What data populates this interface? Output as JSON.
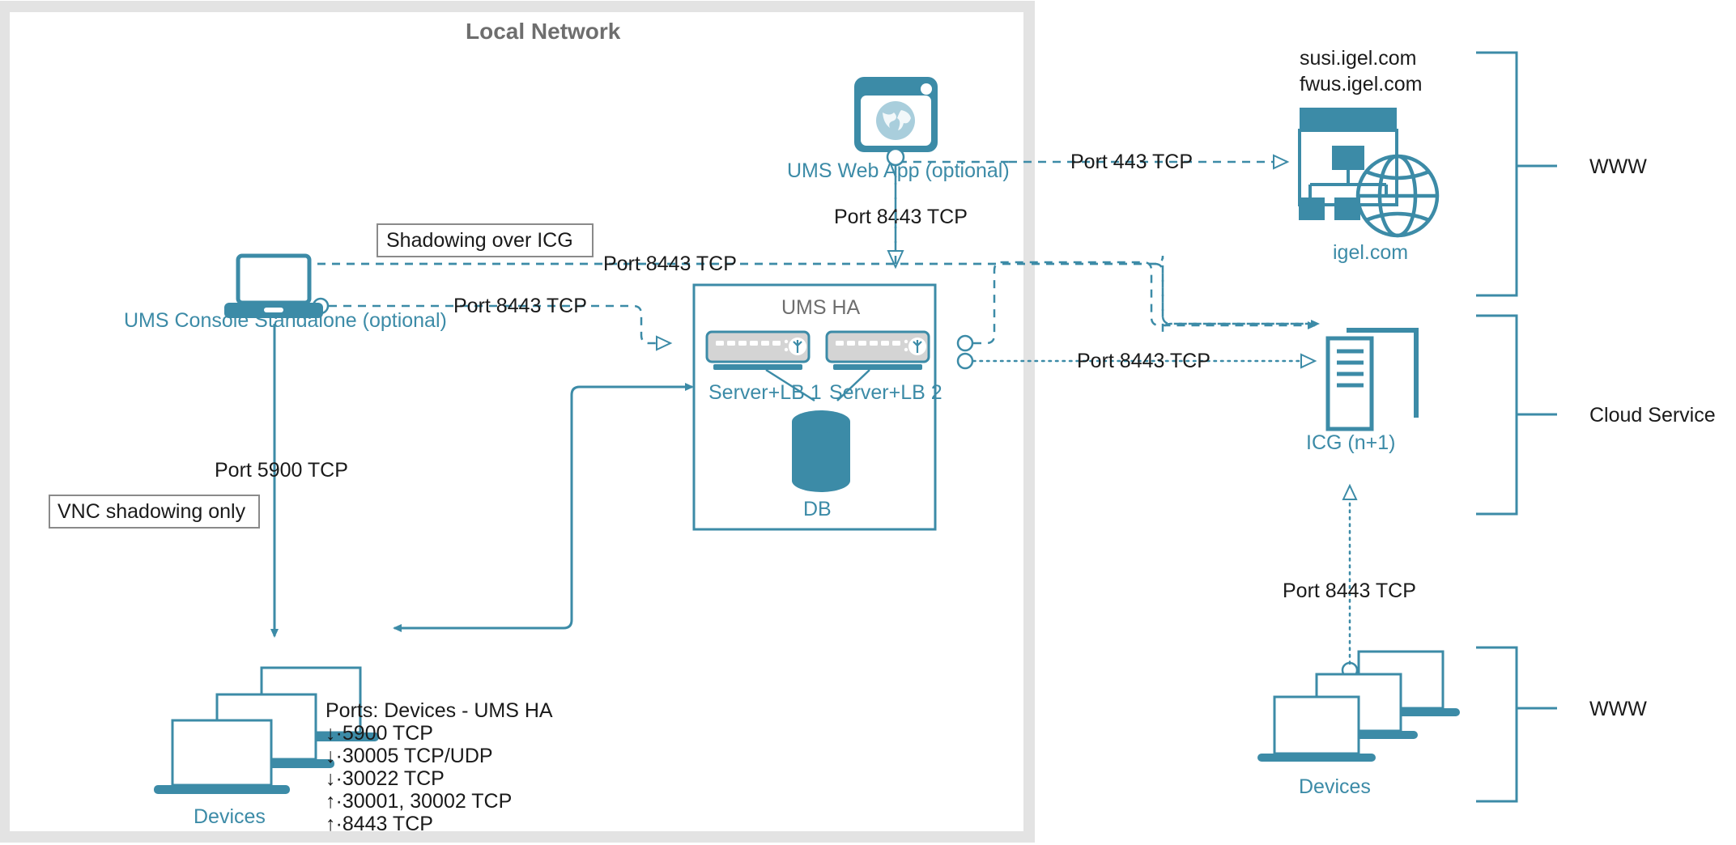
{
  "diagram": {
    "title": "Local Network",
    "accent_color": "#3C8BA7",
    "border_color": "#E3E3E3",
    "label_color": "#1a1a1a"
  },
  "local_network": {
    "title": "Local Network"
  },
  "nodes": {
    "ums_web_app": {
      "label": "UMS Web App (optional)",
      "icon": "browser-globe-icon"
    },
    "ums_console": {
      "label": "UMS Console Standalone (optional)",
      "icon": "laptop-icon"
    },
    "ums_ha": {
      "title": "UMS HA",
      "server1": "Server+LB 1",
      "server2": "Server+LB 2",
      "db": "DB",
      "icon_server": "server-appliance-icon",
      "icon_db": "database-cylinder-icon"
    },
    "devices_left": {
      "label": "Devices",
      "icon": "laptops-stack-icon"
    },
    "devices_right": {
      "label": "Devices",
      "icon": "laptops-stack-icon"
    },
    "igel_com": {
      "label": "igel.com",
      "hosts": [
        "susi.igel.com",
        "fwus.igel.com"
      ],
      "icon": "website-network-globe-icon"
    },
    "icg": {
      "label": "ICG (n+1)",
      "icon": "gateway-server-icon"
    }
  },
  "connection_labels": {
    "web_app_to_igel": "Port 443 TCP",
    "web_app_to_ha": "Port 8443 TCP",
    "console_shadow_over_icg": "Port 8443 TCP",
    "console_to_ha": "Port 8443 TCP",
    "ha_to_icg": "Port 8443 TCP",
    "console_to_devices": "Port 5900 TCP",
    "icg_to_devices": "Port 8443 TCP"
  },
  "callouts": {
    "shadowing_over_icg": "Shadowing over ICG",
    "vnc_shadowing_only": "VNC shadowing only"
  },
  "ports_note": {
    "title": "Ports: Devices - UMS HA",
    "lines": [
      "↓·5900 TCP",
      "↓·30005 TCP/UDP",
      "↓·30022 TCP",
      "↑·30001, 30002 TCP",
      "↑·8443 TCP"
    ]
  },
  "zones": [
    {
      "id": "zone-www-top",
      "label": "WWW"
    },
    {
      "id": "zone-cloud-service",
      "label": "Cloud Service"
    },
    {
      "id": "zone-www-bottom",
      "label": "WWW"
    }
  ]
}
